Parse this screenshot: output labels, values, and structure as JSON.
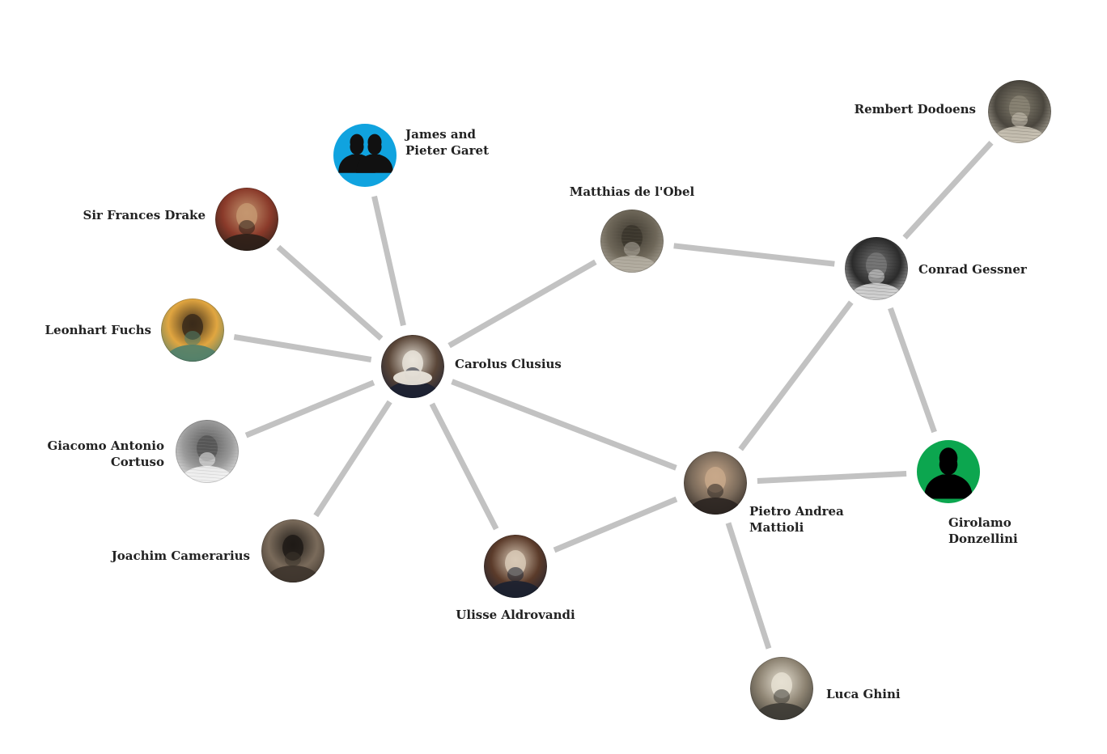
{
  "nodes": [
    {
      "id": "clusius",
      "label": [
        "Carolus Clusius"
      ],
      "kind": "portrait",
      "colors": [
        "#1b2032",
        "#5a4638",
        "#e9e4da"
      ],
      "icon": "portrait"
    },
    {
      "id": "garet",
      "label": [
        "James and",
        "Pieter Garet"
      ],
      "kind": "placeholder-pair",
      "colors": [
        "#10a3df",
        "#111111"
      ],
      "icon": "two-person-silhouette-icon"
    },
    {
      "id": "drake",
      "label": [
        "Sir Frances Drake"
      ],
      "kind": "portrait",
      "colors": [
        "#2a1f18",
        "#8a3a2a",
        "#c49670"
      ],
      "icon": "portrait"
    },
    {
      "id": "fuchs",
      "label": [
        "Leonhart Fuchs"
      ],
      "kind": "portrait",
      "colors": [
        "#4f7f6c",
        "#e1a640",
        "#3a2a1a"
      ],
      "icon": "portrait"
    },
    {
      "id": "cortuso",
      "label": [
        "Giacomo Antonio",
        "Cortuso"
      ],
      "kind": "engraving",
      "colors": [
        "#f4f4f4",
        "#9a9a9a",
        "#555555"
      ],
      "icon": "portrait"
    },
    {
      "id": "camerarius",
      "label": [
        "Joachim Camerarius"
      ],
      "kind": "portrait",
      "colors": [
        "#3d342c",
        "#7a6b5b",
        "#1e1a16"
      ],
      "icon": "portrait"
    },
    {
      "id": "aldrovandi",
      "label": [
        "Ulisse Aldrovandi"
      ],
      "kind": "portrait",
      "colors": [
        "#1a2030",
        "#5b3b2a",
        "#d8c9b6"
      ],
      "icon": "portrait"
    },
    {
      "id": "lobel",
      "label": [
        "Matthias de l'Obel"
      ],
      "kind": "engraving",
      "colors": [
        "#b7b1a5",
        "#6e6759",
        "#3a352c"
      ],
      "icon": "portrait"
    },
    {
      "id": "gessner",
      "label": [
        "Conrad Gessner"
      ],
      "kind": "engraving",
      "colors": [
        "#d9d9d9",
        "#2b2b2b",
        "#777777"
      ],
      "icon": "portrait"
    },
    {
      "id": "dodoens",
      "label": [
        "Rembert Dodoens"
      ],
      "kind": "engraving",
      "colors": [
        "#cdc7b8",
        "#4a463e",
        "#8a8474"
      ],
      "icon": "portrait"
    },
    {
      "id": "mattioli",
      "label": [
        "Pietro Andrea",
        "Mattioli"
      ],
      "kind": "portrait",
      "colors": [
        "#2a2420",
        "#7a6a5a",
        "#c8a88a"
      ],
      "icon": "portrait"
    },
    {
      "id": "donzellini",
      "label": [
        "Girolamo",
        "Donzellini"
      ],
      "kind": "placeholder-single",
      "colors": [
        "#0ca64f",
        "#000000"
      ],
      "icon": "person-silhouette-icon"
    },
    {
      "id": "ghini",
      "label": [
        "Luca Ghini"
      ],
      "kind": "portrait",
      "colors": [
        "#3c3a34",
        "#8b8170",
        "#e6e0d2"
      ],
      "icon": "portrait"
    }
  ],
  "edges": [
    [
      "clusius",
      "garet"
    ],
    [
      "clusius",
      "drake"
    ],
    [
      "clusius",
      "fuchs"
    ],
    [
      "clusius",
      "cortuso"
    ],
    [
      "clusius",
      "camerarius"
    ],
    [
      "clusius",
      "aldrovandi"
    ],
    [
      "clusius",
      "lobel"
    ],
    [
      "clusius",
      "mattioli"
    ],
    [
      "lobel",
      "gessner"
    ],
    [
      "gessner",
      "dodoens"
    ],
    [
      "gessner",
      "mattioli"
    ],
    [
      "gessner",
      "donzellini"
    ],
    [
      "mattioli",
      "donzellini"
    ],
    [
      "mattioli",
      "aldrovandi"
    ],
    [
      "mattioli",
      "ghini"
    ]
  ],
  "style": {
    "edge_color": "#c2c2c2",
    "label_color": "#222222",
    "background": "#ffffff"
  }
}
